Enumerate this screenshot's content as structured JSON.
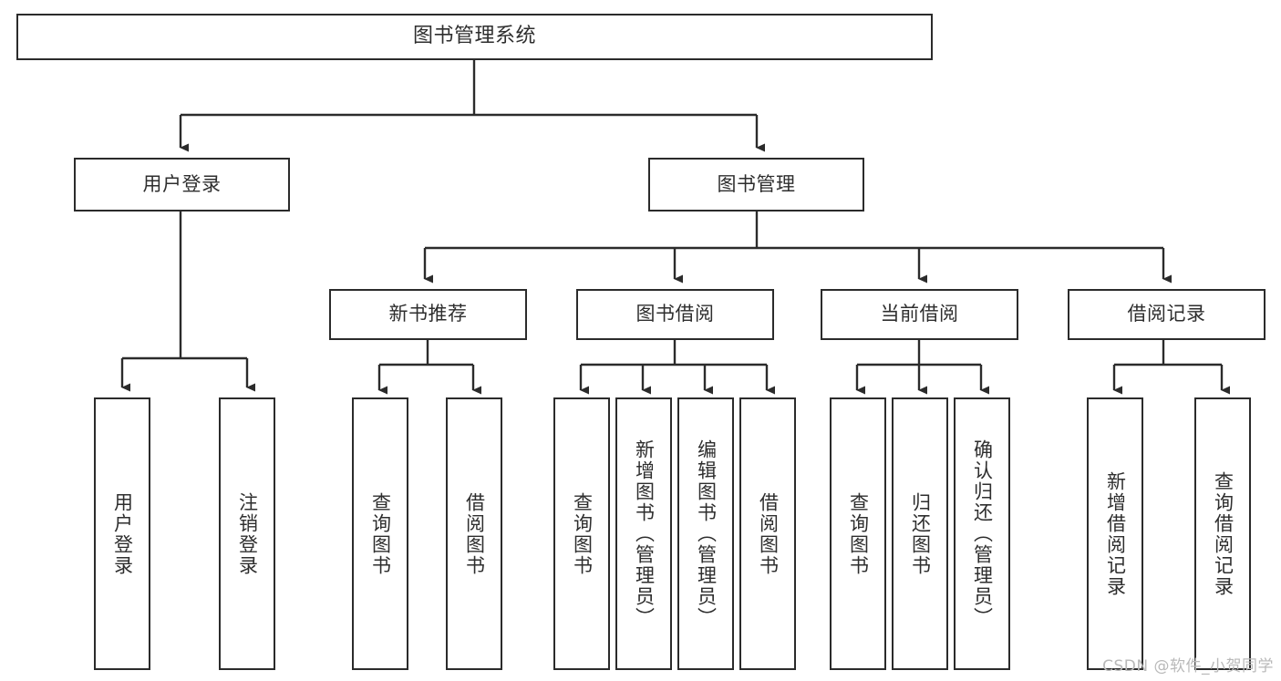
{
  "diagram": {
    "title": "图书管理系统",
    "type": "tree-hierarchy",
    "watermark": "CSDN @软件_小贺同学",
    "colors": {
      "node_border": "#2b2b2b",
      "node_fill": "#ffffff",
      "connector": "#2b2b2b",
      "text": "#2e2e2e",
      "watermark": "#b9b9b9",
      "background": "#ffffff"
    },
    "root": {
      "label": "图书管理系统"
    },
    "level1": [
      {
        "label": "用户登录"
      },
      {
        "label": "图书管理"
      }
    ],
    "level2": [
      {
        "label": "新书推荐"
      },
      {
        "label": "图书借阅"
      },
      {
        "label": "当前借阅"
      },
      {
        "label": "借阅记录"
      }
    ],
    "leaves": {
      "user_login": [
        {
          "label": "用户登录"
        },
        {
          "label": "注销登录"
        }
      ],
      "new_book_recommend": [
        {
          "label": "查询图书"
        },
        {
          "label": "借阅图书"
        }
      ],
      "book_borrow": [
        {
          "label": "查询图书"
        },
        {
          "label": "新增图书（管理员）"
        },
        {
          "label": "编辑图书（管理员）"
        },
        {
          "label": "借阅图书"
        }
      ],
      "current_borrow": [
        {
          "label": "查询图书"
        },
        {
          "label": "归还图书"
        },
        {
          "label": "确认归还（管理员）"
        }
      ],
      "borrow_records": [
        {
          "label": "新增借阅记录"
        },
        {
          "label": "查询借阅记录"
        }
      ]
    }
  }
}
